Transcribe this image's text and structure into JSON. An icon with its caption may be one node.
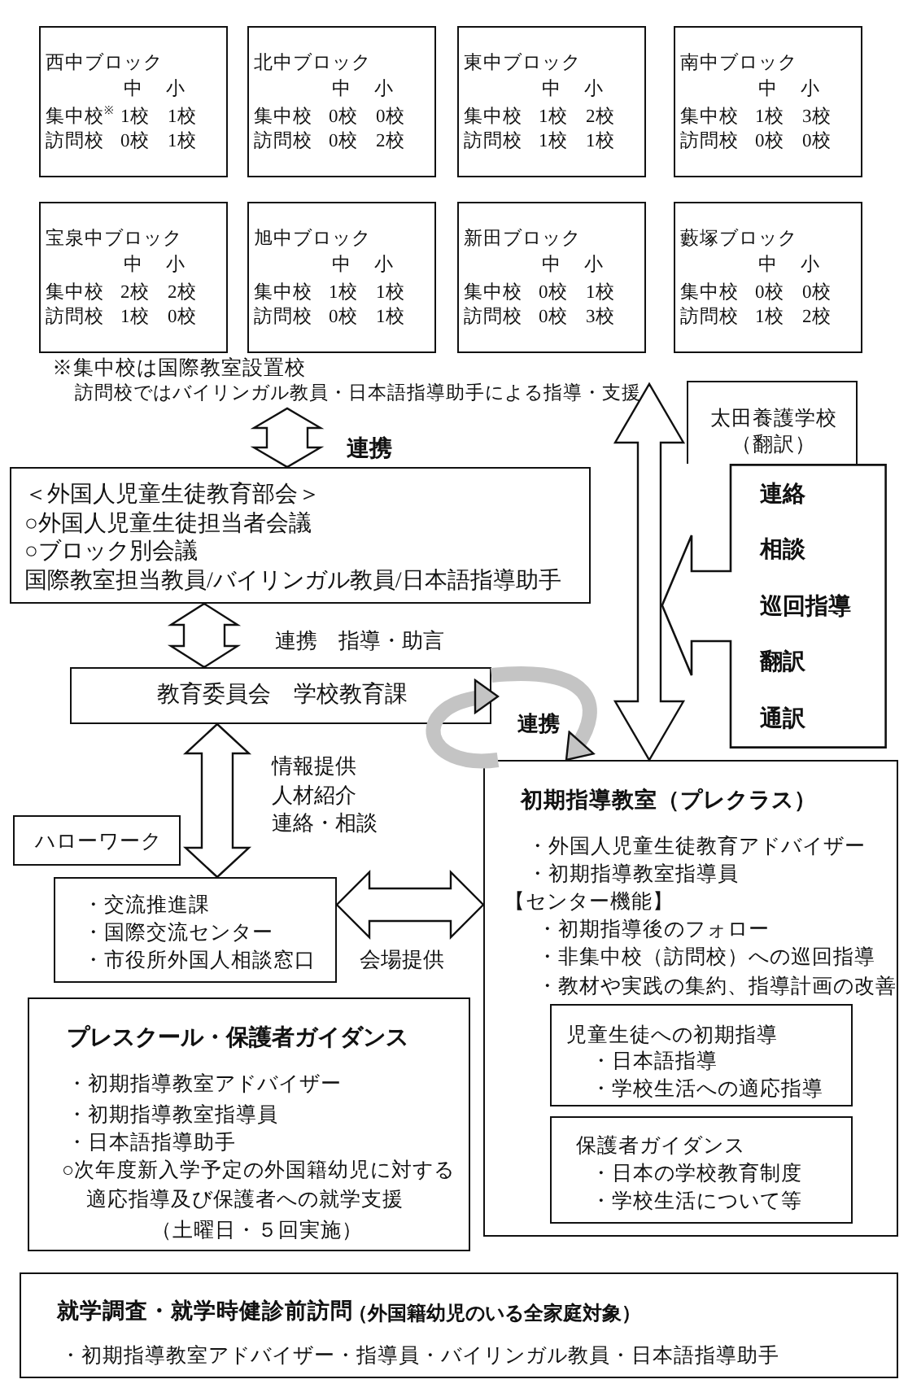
{
  "diagram": {
    "nodes": [
      {
        "text": [
          "西中ブロック",
          "中",
          "小",
          "集中校$^{※}$",
          "1校",
          "1校",
          "訪問校",
          "0校",
          "1校"
        ]
      },
      {
        "text": [
          "北中ブロック",
          "中",
          "小",
          "集中校",
          "0校",
          "0校",
          "訪問校",
          "0校",
          "2校"
        ]
      },
      {
        "text": [
          "東中ブロック",
          "中",
          "小",
          "集中校",
          "1校",
          "2校",
          "訪問校",
          "1校",
          "1校"
        ]
      },
      {
        "text": [
          "南中ブロック",
          "中",
          "小",
          "集中校",
          "1校",
          "3校",
          "訪問校",
          "0校",
          "0校"
        ]
      },
      {
        "text": [
          "宝泉中ブロック",
          "中",
          "小",
          "集中校",
          "2校",
          "2校",
          "訪問校",
          "1校",
          "0校"
        ]
      },
      {
        "text": [
          "旭中ブロック",
          "中",
          "小",
          "集中校",
          "1校",
          "1校",
          "訪問校",
          "0校",
          "1校"
        ]
      },
      {
        "text": [
          "新田ブロック",
          "中",
          "小",
          "集中校",
          "0校",
          "1校",
          "訪問校",
          "0校",
          "3校"
        ]
      },
      {
        "text": [
          "藪塚ブロック",
          "中",
          "小",
          "集中校",
          "0校",
          "0校",
          "訪問校",
          "1校",
          "2校"
        ]
      },
      {
        "text": [
          "＜外国人児童生徒教育部会＞",
          "○外国人児童生徒担当者会議",
          "○ブロック別会議",
          "国際教室担当教員/バイリンガル教員/日本語指導助手"
        ]
      },
      {
        "text": [
          "教育委員会　学校教育課"
        ]
      },
      {
        "text": [
          "太田養護学校（翻訳）"
        ]
      },
      {
        "text": [
          "連絡",
          "相談",
          "巡回指導",
          "翻訳",
          "通訳"
        ]
      },
      {
        "text": [
          "ハローワーク"
        ]
      },
      {
        "text": [
          "・交流推進課",
          "・国際交流センター",
          "・市役所外国人相談窓口"
        ]
      },
      {
        "text": [
          "初期指導教室（プレクラス）",
          "・外国人児童生徒教育アドバイザー",
          "・初期指導教室指導員",
          "【センター機能】",
          "・初期指導後のフォロー",
          "・非集中校（訪問校）への巡回指導",
          "・教材や実践の集約、指導計画の改善"
        ]
      },
      {
        "text": [
          "児童生徒への初期指導",
          "・日本語指導",
          "・学校生活への適応指導"
        ],
        "in": 14
      },
      {
        "text": [
          "保護者ガイダンス",
          "・日本の学校教育制度",
          "・学校生活について等"
        ],
        "in": 14
      },
      {
        "text": [
          "プレスクール・保護者ガイダンス",
          "・初期指導教室アドバイザー",
          "・初期指導教室指導員",
          "・日本語指導助手",
          "○次年度新入学予定の外国籍幼児に対する適応指導及び保護者への就学支援",
          "（土曜日・５回実施）"
        ]
      },
      {
        "text": [
          "就学調査・就学時健診前訪問",
          "（外国籍幼児のいる全家庭対象）",
          "・初期指導教室アドバイザー・指導員・バイリンガル教員・日本語指導助手"
        ]
      }
    ],
    "edges": [
      {
        "from": null,
        "to": 8,
        "arrow": "both",
        "label": "連携"
      },
      {
        "from": 8,
        "to": 9,
        "arrow": "both",
        "label": "連携　指導・助言"
      },
      {
        "from": null,
        "to": 14,
        "arrow": "both"
      },
      {
        "from": 9,
        "to": 14,
        "arrow": "to",
        "label": "連携"
      },
      {
        "from": 14,
        "to": 9,
        "arrow": "to"
      },
      {
        "from": 9,
        "to": 13,
        "arrow": "both",
        "label": "情報提供人材紹介連絡・相談"
      },
      {
        "from": 13,
        "to": 14,
        "arrow": "both",
        "label": "会場提供"
      }
    ],
    "labels": [
      "※集中校は国際教室設置校",
      "訪問校ではバイリンガル教員・日本語指導助手による指導・支援"
    ]
  }
}
